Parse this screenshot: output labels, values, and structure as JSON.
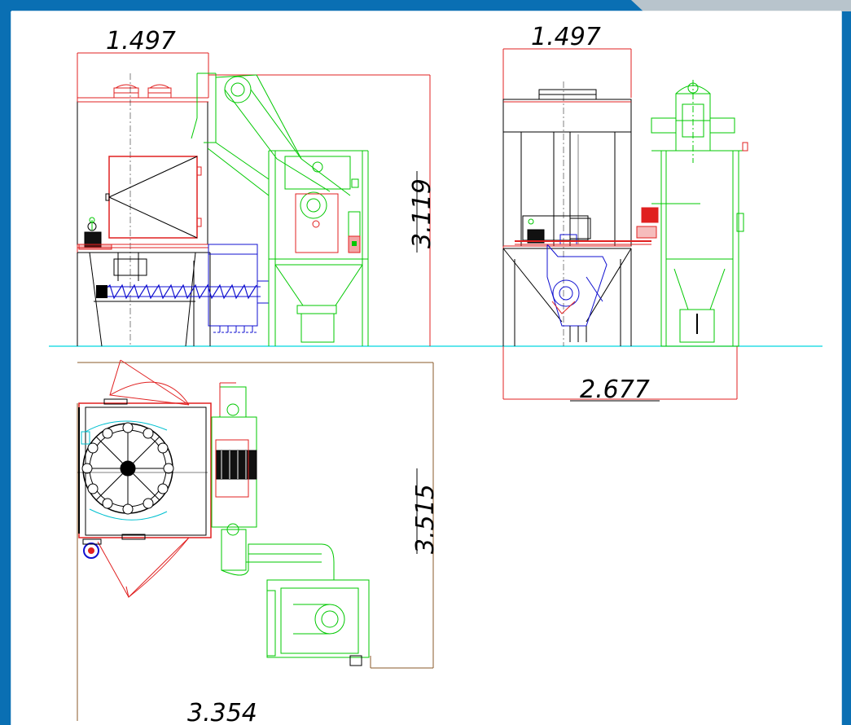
{
  "dimensions": {
    "front_width": "1.497",
    "front_height": "3.119",
    "side_width": "1.497",
    "side_total_width": "2.677",
    "plan_depth": "3.515",
    "plan_width": "3.354"
  },
  "colors": {
    "frame": "#0a6fb3",
    "frame_corner": "#b8c4cc",
    "ground": "#00d8e0",
    "body": "#000000",
    "dim": "#e02020",
    "elevator": "#00c800",
    "screw": "#1010d0",
    "dim_line_brown": "#8a5a2a"
  }
}
